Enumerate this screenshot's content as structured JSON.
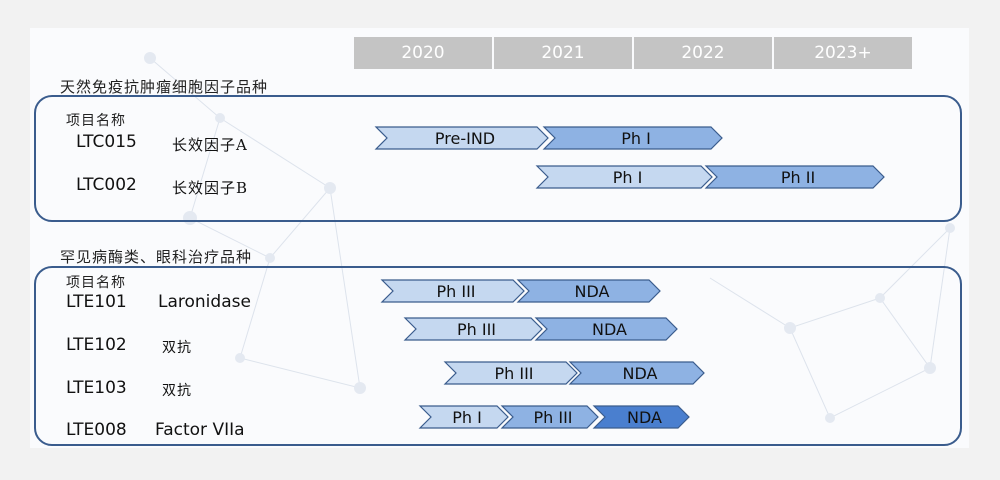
{
  "years": [
    "2020",
    "2021",
    "2022",
    "2023+"
  ],
  "sections": [
    {
      "title": "天然免疫抗肿瘤细胞因子品种",
      "header": "项目名称",
      "rows": [
        {
          "code": "LTC015",
          "name": "长效因子A",
          "phases": [
            {
              "label": "Pre-IND",
              "level": 1
            },
            {
              "label": "Ph I",
              "level": 2
            }
          ]
        },
        {
          "code": "LTC002",
          "name": "长效因子B",
          "phases": [
            {
              "label": "Ph I",
              "level": 1
            },
            {
              "label": "Ph II",
              "level": 2
            }
          ]
        }
      ]
    },
    {
      "title": "罕见病酶类、眼科治疗品种",
      "header": "项目名称",
      "rows": [
        {
          "code": "LTE101",
          "name": "Laronidase",
          "phases": [
            {
              "label": "Ph III",
              "level": 1
            },
            {
              "label": "NDA",
              "level": 2
            }
          ]
        },
        {
          "code": "LTE102",
          "name": "双抗",
          "phases": [
            {
              "label": "Ph III",
              "level": 1
            },
            {
              "label": "NDA",
              "level": 2
            }
          ]
        },
        {
          "code": "LTE103",
          "name": "双抗",
          "phases": [
            {
              "label": "Ph III",
              "level": 1
            },
            {
              "label": "NDA",
              "level": 2
            }
          ]
        },
        {
          "code": "LTE008",
          "name": "Factor VIIa",
          "phases": [
            {
              "label": "Ph I",
              "level": 1
            },
            {
              "label": "Ph III",
              "level": 2
            },
            {
              "label": "NDA",
              "level": 3
            }
          ]
        }
      ]
    }
  ],
  "colors": {
    "light": "#c5d8f0",
    "mid": "#8eb2e3",
    "dark": "#4a7fcf",
    "border": "#3a5c8d"
  }
}
